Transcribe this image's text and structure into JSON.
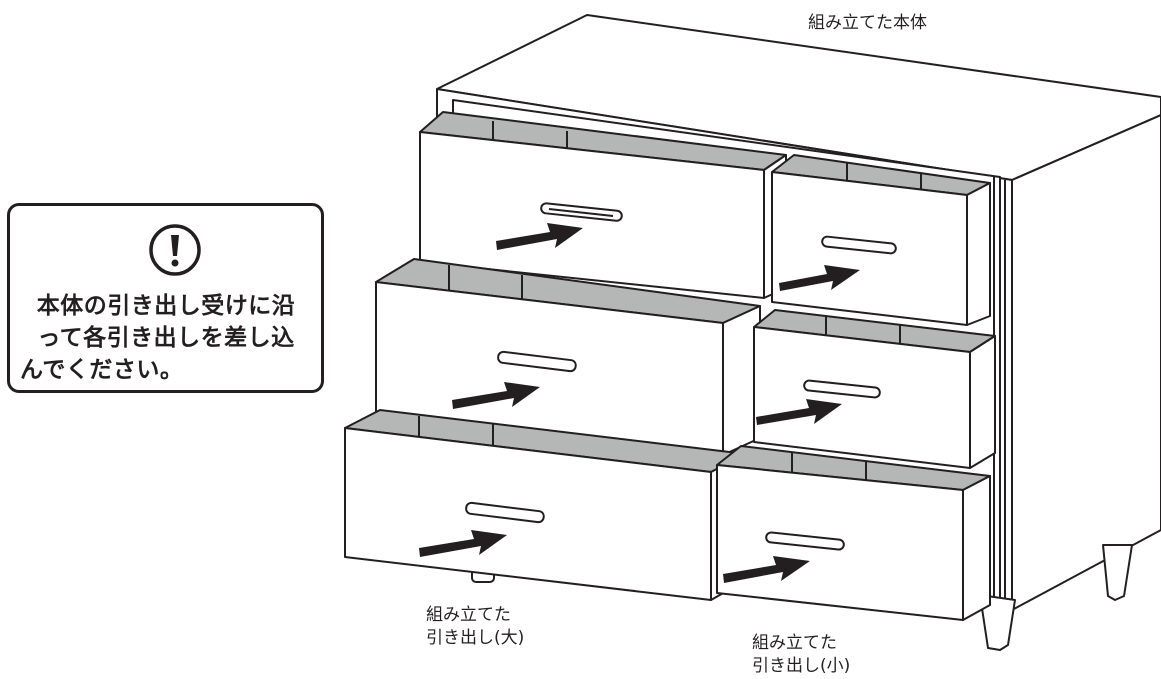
{
  "labels": {
    "body": "組み立てた本体",
    "drawer_large_line1": "組み立てた",
    "drawer_large_line2": "引き出し(大)",
    "drawer_small_line1": "組み立てた",
    "drawer_small_line2": "引き出し(小)"
  },
  "note": {
    "icon": "exclamation-circle-icon",
    "lines": [
      "本体の引き出し受けに沿",
      "って各引き出しを差し込",
      "んでください。"
    ]
  },
  "colors": {
    "line": "#231f20",
    "inner": "#b5b6b6",
    "arrow": "#231f20"
  }
}
